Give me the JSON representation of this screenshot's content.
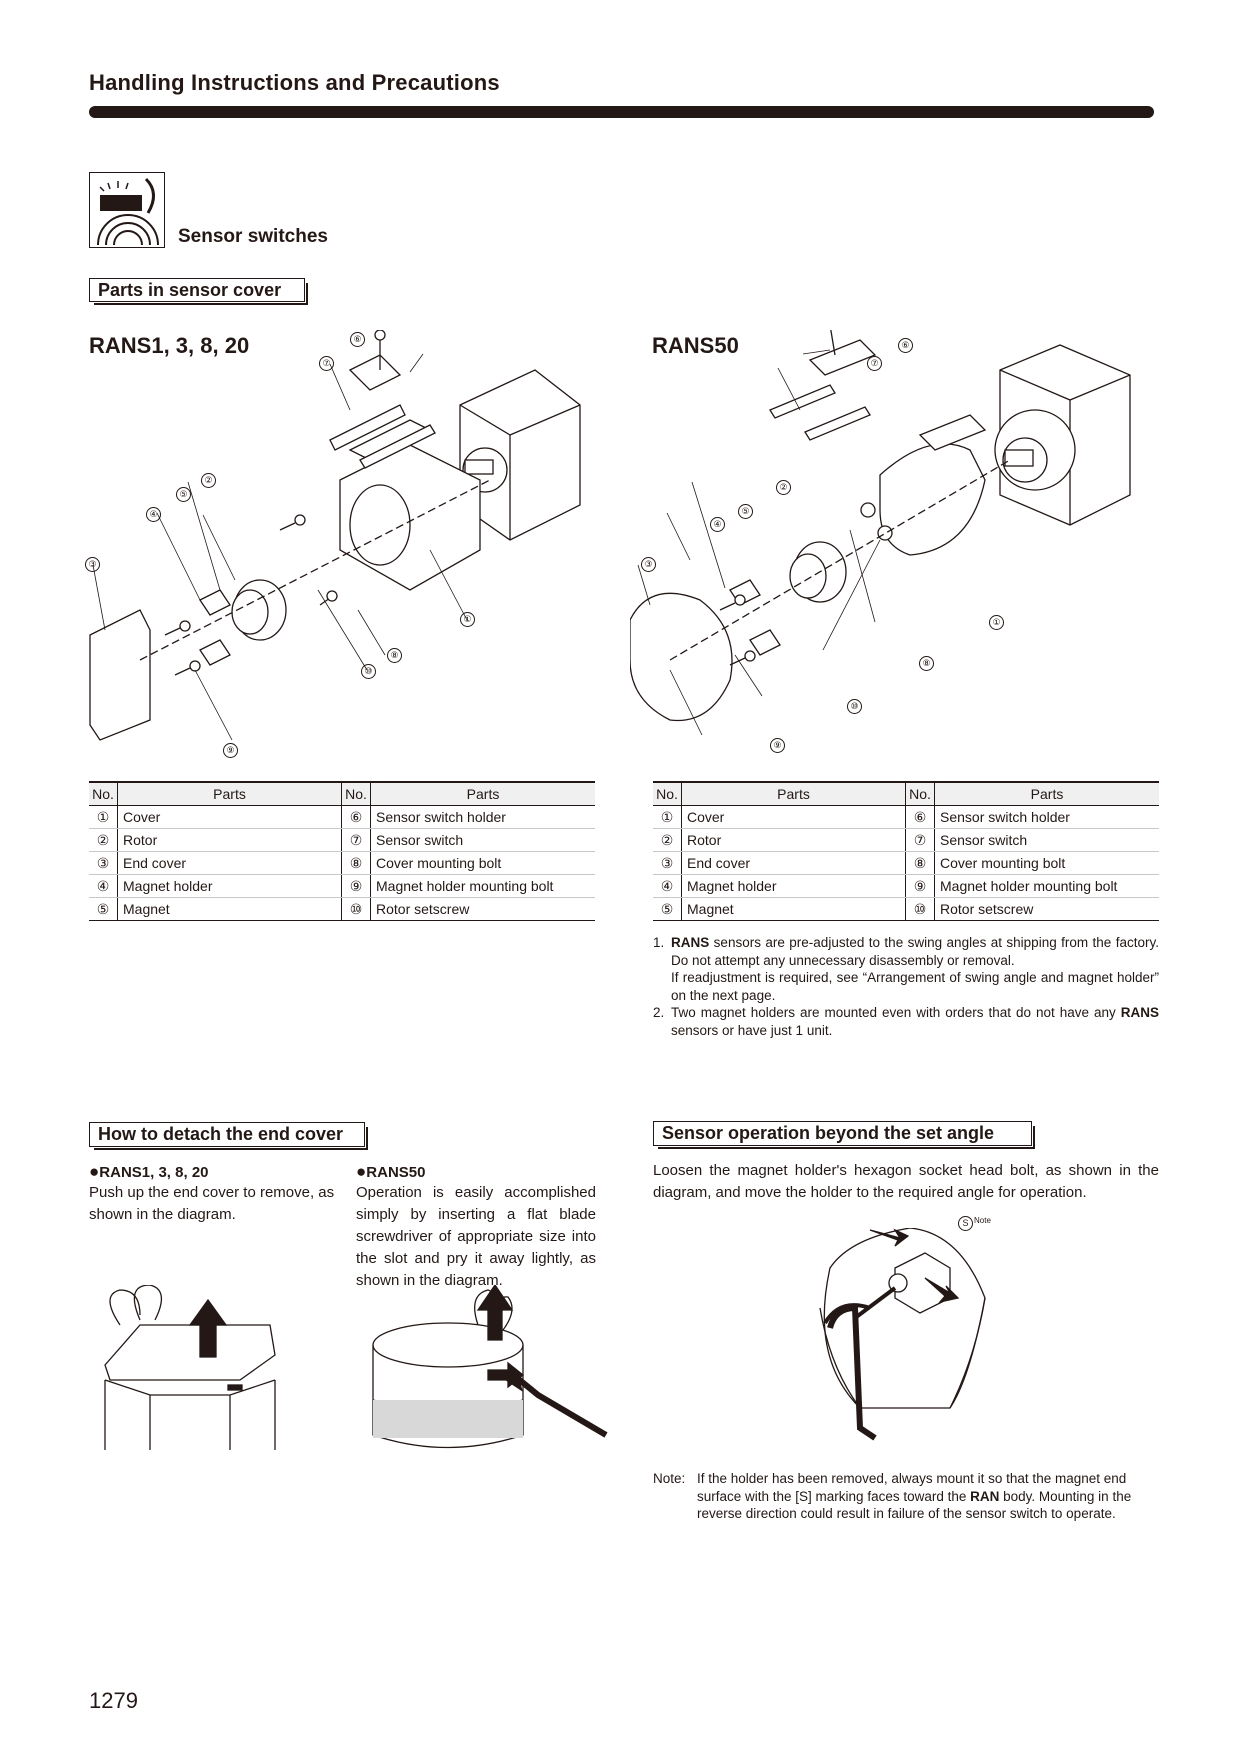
{
  "page": {
    "title": "Handling Instructions and Precautions",
    "section_title": "Sensor switches",
    "number": "1279"
  },
  "parts_in_cover": {
    "header": "Parts in sensor cover",
    "models": [
      "RANS1, 3, 8, 20",
      "RANS50"
    ],
    "columns": [
      "No.",
      "Parts",
      "No.",
      "Parts"
    ],
    "rows": [
      [
        "①",
        "Cover",
        "⑥",
        "Sensor switch holder"
      ],
      [
        "②",
        "Rotor",
        "⑦",
        "Sensor switch"
      ],
      [
        "③",
        "End cover",
        "⑧",
        "Cover mounting bolt"
      ],
      [
        "④",
        "Magnet holder",
        "⑨",
        "Magnet holder mounting bolt"
      ],
      [
        "⑤",
        "Magnet",
        "⑩",
        "Rotor setscrew"
      ]
    ],
    "callouts": [
      "①",
      "②",
      "③",
      "④",
      "⑤",
      "⑥",
      "⑦",
      "⑧",
      "⑨",
      "⑩"
    ],
    "notes": [
      {
        "num": "1.",
        "pre": "",
        "bold": "RANS",
        "post": " sensors are pre-adjusted to the swing angles at shipping from the factory. Do not attempt any unnecessary disassembly or removal.",
        "extra": "If readjustment is required, see “Arrangement of swing angle and magnet holder” on the next page."
      },
      {
        "num": "2.",
        "pre": "Two magnet holders are mounted even with orders that do not have any ",
        "bold": "RANS",
        "post": " sensors or have just 1 unit.",
        "extra": ""
      }
    ]
  },
  "detach": {
    "header": "How to detach the end cover",
    "left_title": "RANS1, 3, 8, 20",
    "left_text": "Push up the end cover to remove, as shown in the diagram.",
    "right_title": "RANS50",
    "right_text": "Operation is easily accomplished simply by inserting a flat blade screwdriver of appropriate size into the slot and pry it away lightly, as shown in the diagram."
  },
  "operation": {
    "header": "Sensor operation beyond the set angle",
    "text": "Loosen the magnet holder's hexagon socket head bolt, as shown in the diagram, and move the holder to the required angle for operation.",
    "s_mark": "S",
    "s_note": "Note",
    "note_label": "Note:",
    "note_pre": "If the holder has been removed, always mount it so that the magnet end surface with the [S] marking faces toward the ",
    "note_bold": "RAN",
    "note_post": " body. Mounting in the reverse direction could result in failure of the sensor switch to operate."
  }
}
